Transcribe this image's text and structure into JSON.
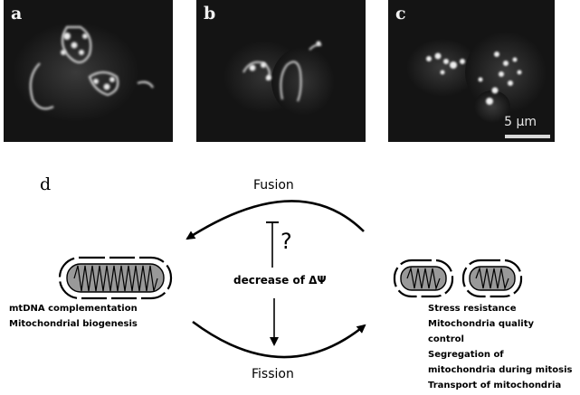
{
  "panels": [
    {
      "label": "a"
    },
    {
      "label": "b"
    },
    {
      "label": "c",
      "scale_label": "5 µm"
    }
  ],
  "diagram": {
    "label": "d",
    "fusion": "Fusion",
    "fission": "Fission",
    "question": "?",
    "center": "decrease of ΔΨ",
    "left_lines": [
      "mtDNA complementation",
      "Mitochondrial biogenesis"
    ],
    "right_lines": [
      "Stress resistance",
      "Mitochondria quality",
      "control",
      "Segregation of",
      "mitochondria during mitosis",
      "Transport of mitochondria"
    ]
  }
}
